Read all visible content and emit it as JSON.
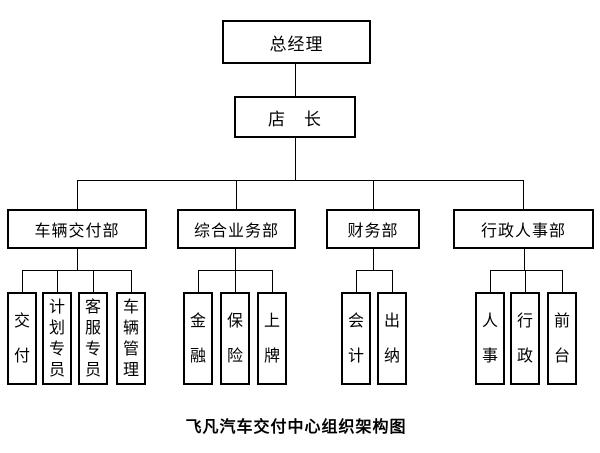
{
  "org": {
    "caption": "飞凡汽车交付中心组织架构图",
    "root": {
      "label": "总经理"
    },
    "manager": {
      "label": "店　长"
    },
    "departments": [
      {
        "label": "车辆交付部",
        "children": [
          "交付",
          "计划专员",
          "客服专员",
          "车辆管理"
        ]
      },
      {
        "label": "综合业务部",
        "children": [
          "金融",
          "保险",
          "上牌"
        ]
      },
      {
        "label": "财务部",
        "children": [
          "会计",
          "出纳"
        ]
      },
      {
        "label": "行政人事部",
        "children": [
          "人事",
          "行政",
          "前台"
        ]
      }
    ],
    "colors": {
      "line": "#000000",
      "background": "#ffffff",
      "text": "#000000"
    }
  }
}
